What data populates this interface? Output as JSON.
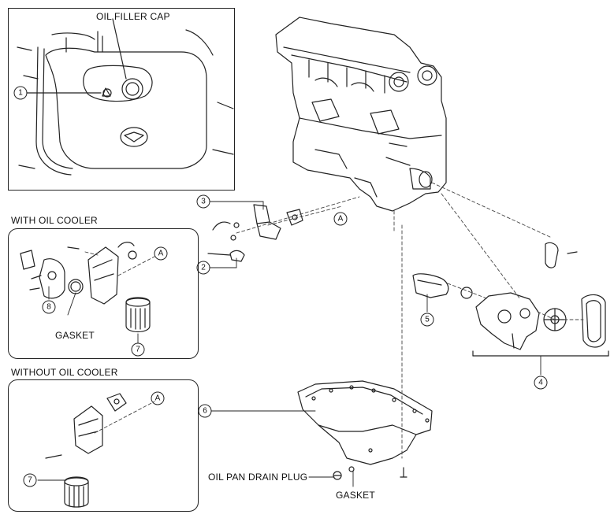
{
  "labels": {
    "oil_filler_cap": "OIL FILLER CAP",
    "with_oil_cooler": "WITH OIL COOLER",
    "without_oil_cooler": "WITHOUT OIL COOLER",
    "gasket": "GASKET",
    "oil_pan_drain_plug": "OIL PAN DRAIN PLUG",
    "gasket_bottom": "GASKET"
  },
  "callouts": {
    "c1": "1",
    "c2": "2",
    "c3": "3",
    "c4": "4",
    "c5": "5",
    "c6": "6",
    "c7a": "7",
    "c7b": "7",
    "c8": "8",
    "a1": "A",
    "a2": "A",
    "a3": "A"
  },
  "colors": {
    "line": "#222222",
    "shade": "#9a9a9a",
    "paper": "#ffffff"
  }
}
